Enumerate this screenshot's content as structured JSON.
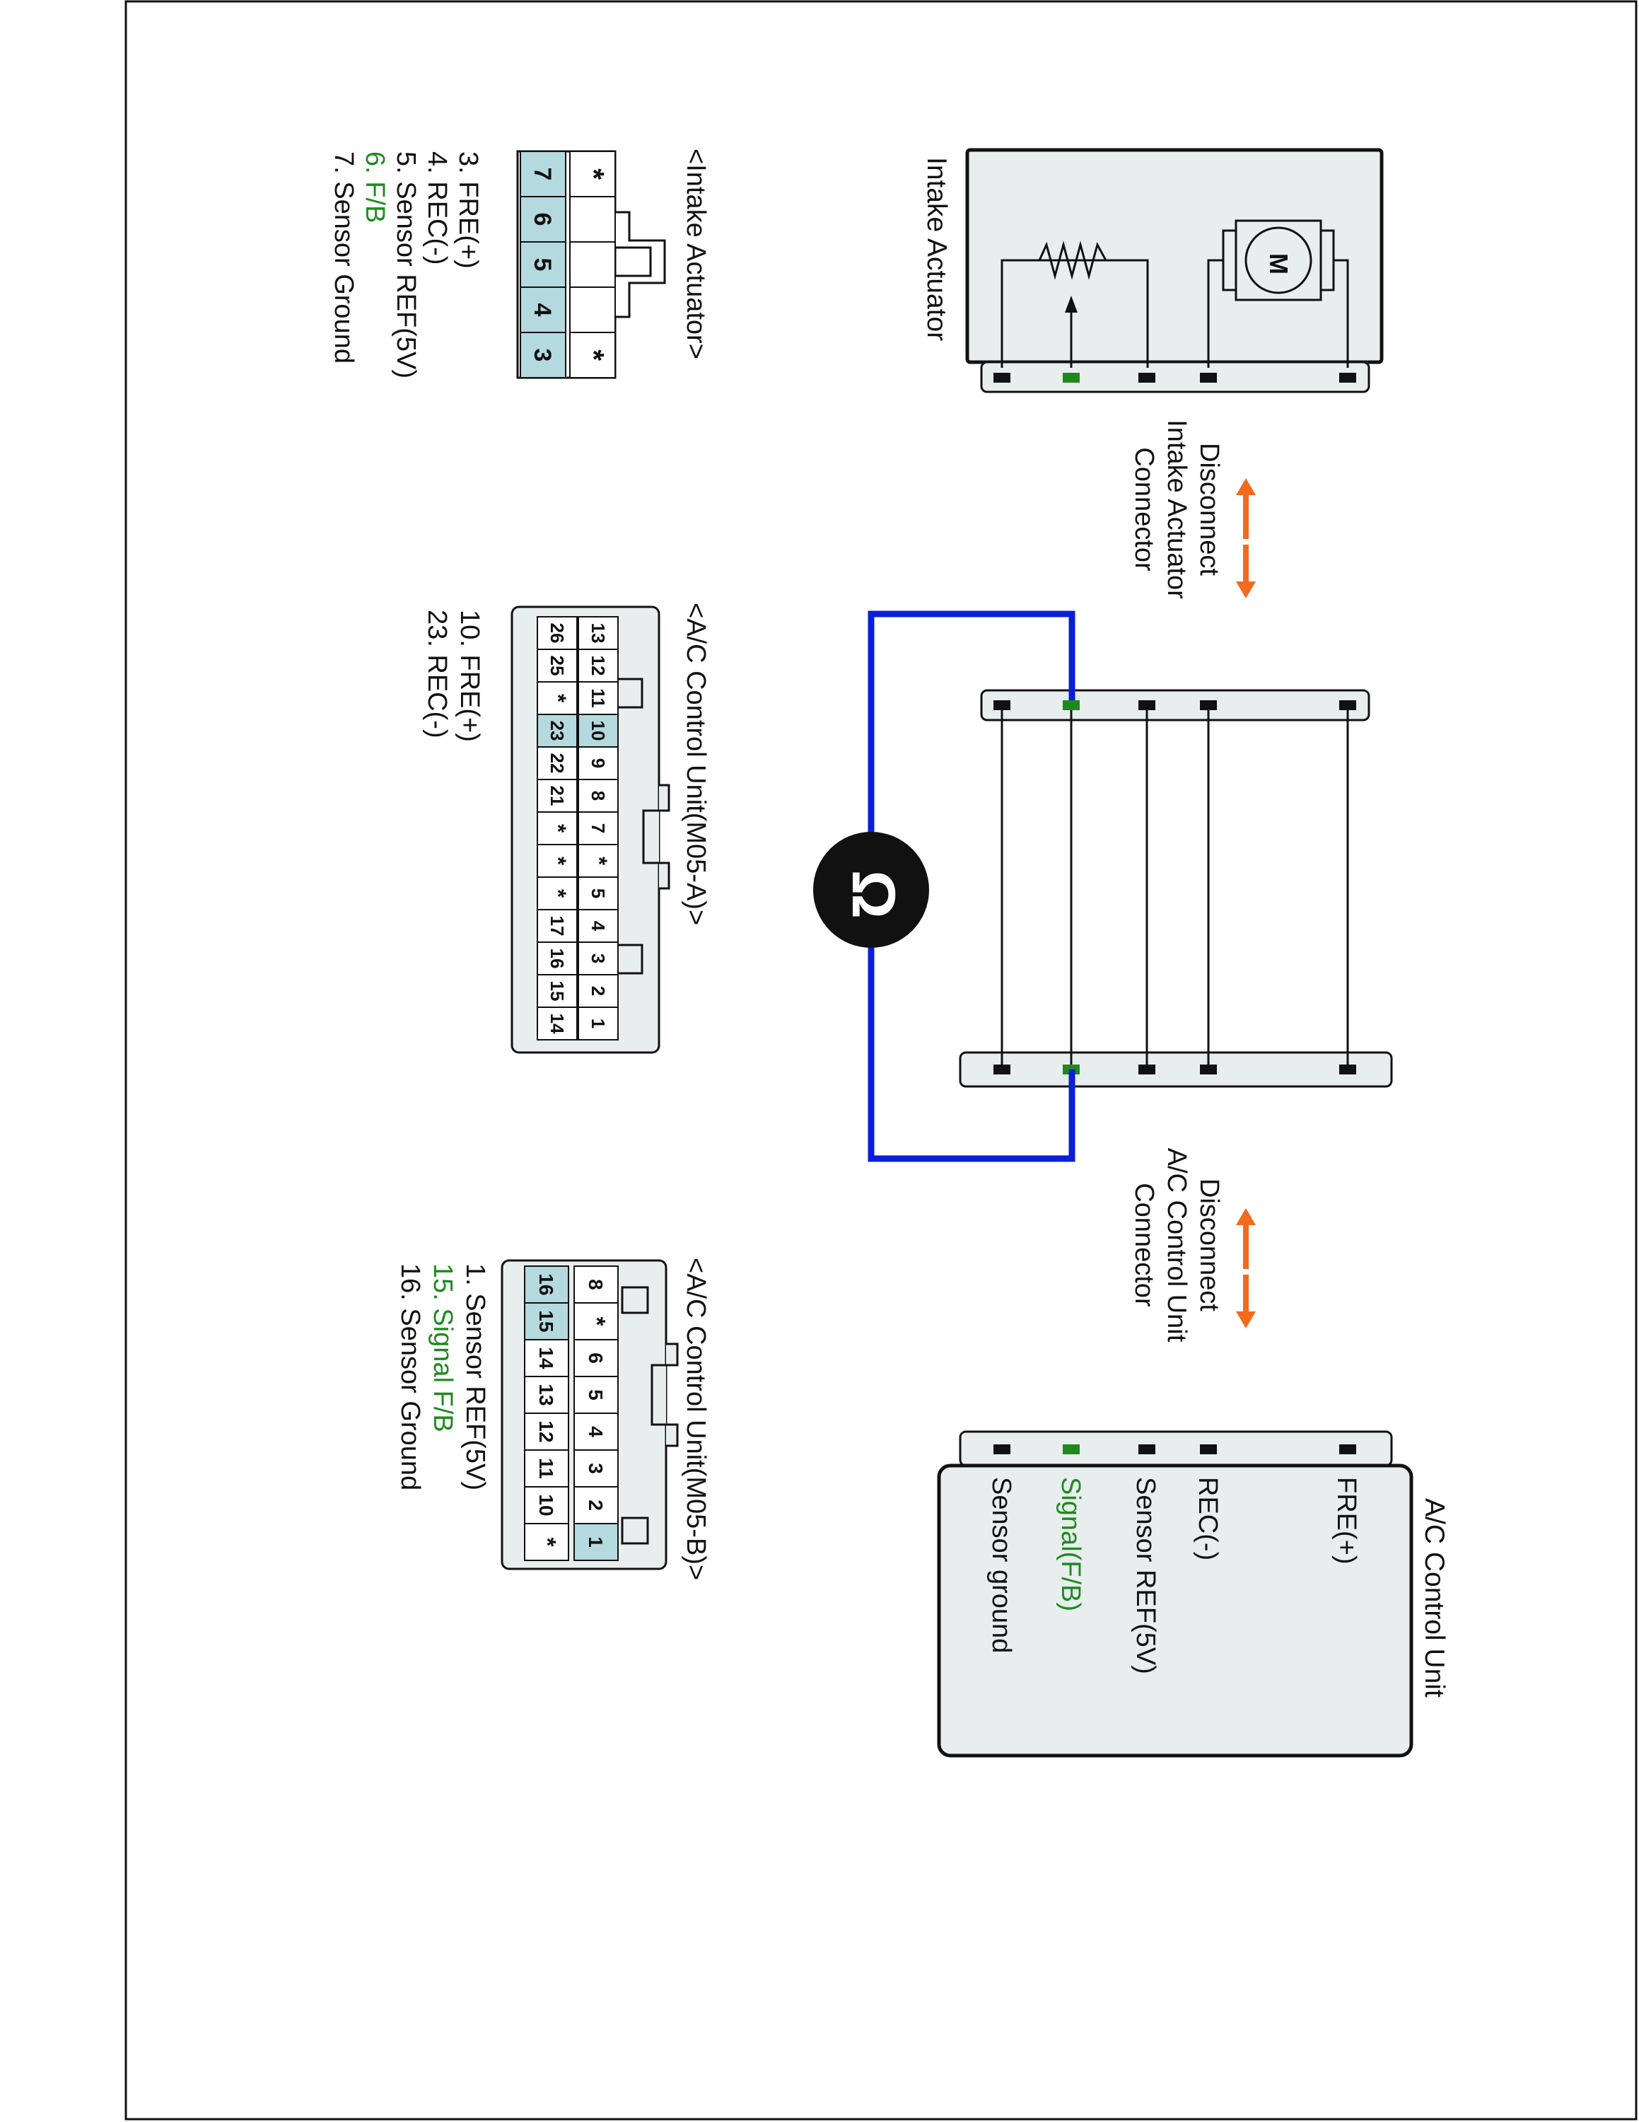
{
  "colors": {
    "ink": "#111111",
    "panel_fill": "#e8eeee",
    "pin_highlight": "#b4d9df",
    "signal_green": "#1e8a1e",
    "meter_wire_blue": "#0a1fd8",
    "arrow_orange": "#f26a1b"
  },
  "intake_actuator": {
    "title": "Intake Actuator",
    "motor_label": "M"
  },
  "disconnect_intake": {
    "line1": "Disconnect",
    "line2": "Intake Actuator",
    "line3": "Connector"
  },
  "disconnect_acu": {
    "line1": "Disconnect",
    "line2": "A/C Control Unit",
    "line3": "Connector"
  },
  "ohmmeter": {
    "symbol": "Ω",
    "icon": "ohm-icon"
  },
  "ac_control_unit": {
    "title": "A/C Control Unit",
    "terminals": [
      "FRE(+)",
      "REC(-)",
      "Sensor REF(5V)",
      "Signal(F/B)",
      "Sensor ground"
    ]
  },
  "connector_intake": {
    "title": "<Intake Actuator>",
    "row_top": [
      "*",
      "",
      "",
      "",
      "*"
    ],
    "row_bottom": [
      "7",
      "6",
      "5",
      "4",
      "3"
    ],
    "pins": [
      {
        "text": "3. FRE(+)",
        "highlight": false
      },
      {
        "text": "4. REC(-)",
        "highlight": false
      },
      {
        "text": "5. Sensor REF(5V)",
        "highlight": false
      },
      {
        "text": "6. F/B",
        "highlight": true
      },
      {
        "text": "7. Sensor Ground",
        "highlight": false
      }
    ]
  },
  "connector_m05a": {
    "title": "<A/C Control Unit(M05-A)>",
    "row_top": [
      "13",
      "12",
      "11",
      "10",
      "9",
      "8",
      "7",
      "*",
      "5",
      "4",
      "3",
      "2",
      "1"
    ],
    "row_bottom": [
      "26",
      "25",
      "*",
      "23",
      "22",
      "21",
      "*",
      "*",
      "*",
      "17",
      "16",
      "15",
      "14"
    ],
    "pins": [
      {
        "text": "10. FRE(+)",
        "highlight": false
      },
      {
        "text": "23. REC(-)",
        "highlight": false
      }
    ]
  },
  "connector_m05b": {
    "title": "<A/C Control Unit(M05-B)>",
    "row_top": [
      "8",
      "*",
      "6",
      "5",
      "4",
      "3",
      "2",
      "1"
    ],
    "row_bottom": [
      "16",
      "15",
      "14",
      "13",
      "12",
      "11",
      "10",
      "*"
    ],
    "pins": [
      {
        "text": "1. Sensor REF(5V)",
        "highlight": false
      },
      {
        "text": "15. Signal F/B",
        "highlight": true
      },
      {
        "text": "16. Sensor Ground",
        "highlight": false
      }
    ]
  }
}
